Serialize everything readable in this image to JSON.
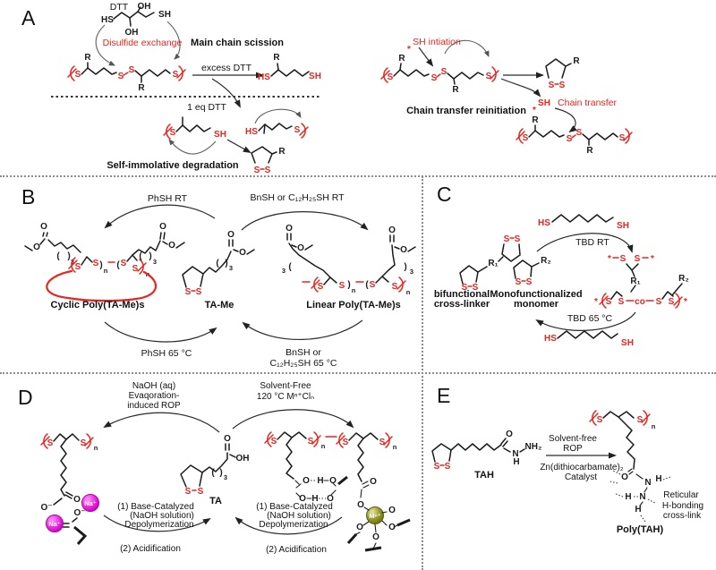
{
  "colors": {
    "structure_red": "#e8251f",
    "bond_black": "#1b1b1b",
    "arrow_gray": "#5f5f5f",
    "sodium_magenta": "#e316e3",
    "metal_olive": "#8a8a1e",
    "background": "#ffffff",
    "divider_gray": "#8c8c8c"
  },
  "atoms": {
    "S": "S",
    "R": "R",
    "R1": "R₁",
    "R2": "R₂",
    "O": "O",
    "O_minus": "O⁻",
    "OH": "OH",
    "HS": "HS",
    "SH": "SH",
    "N": "N",
    "H": "H",
    "NH2": "NH₂",
    "Na": "Na⁺",
    "M": "Mⁿ⁺",
    "n": "n",
    "three": "3",
    "co": "co",
    "star": "*",
    "lp": "(",
    "rp": ")"
  },
  "panels": {
    "A": {
      "label": "A",
      "dtt": "DTT",
      "disulfide_exchange": "Disulfide exchange",
      "main_chain_scission": "Main chain scission",
      "excess_dtt": "excess DTT",
      "one_eq_dtt": "1 eq DTT",
      "self_immolative": "Self-immolative degradation",
      "sh_initiation": "SH intiation",
      "chain_transfer_reinitiation": "Chain transfer reinitiation",
      "chain_transfer": "Chain transfer"
    },
    "B": {
      "label": "B",
      "phsh_rt": "PhSH RT",
      "phsh_65": "PhSH 65 °C",
      "bnsh_rt": "BnSH or C₁₂H₂₅SH RT",
      "bnsh_65_1": "BnSH or",
      "bnsh_65_2": "C₁₂H₂₅SH 65 °C",
      "cyclic": "Cyclic Poly(TA-Me)s",
      "ta_me": "TA-Me",
      "linear": "Linear Poly(TA-Me)s"
    },
    "C": {
      "label": "C",
      "tbd_rt": "TBD RT",
      "tbd_65": "TBD 65 °C",
      "bifunctional_1": "bifunctional",
      "bifunctional_2": "cross-linker",
      "mono_1": "Monofunctionalized",
      "mono_2": "monomer"
    },
    "D": {
      "label": "D",
      "naoh_1": "NaOH (aq)",
      "naoh_2": "Evaqoration-",
      "naoh_3": "induced ROP",
      "solventfree_1": "Solvent-Free",
      "solventfree_2": "120 °C Mⁿ⁺Clₙ",
      "ta": "TA",
      "depoly_1": "(1) Base-Catalyzed",
      "depoly_2": "(NaOH solution)",
      "depoly_3": "Depolymerization",
      "acid": "(2) Acidification"
    },
    "E": {
      "label": "E",
      "tah": "TAH",
      "solventfree_1": "Solvent-free",
      "solventfree_2": "ROP",
      "catalyst_1": "Zn(dithiocarbamate)₂",
      "catalyst_2": "Catalyst",
      "reticular_1": "Reticular",
      "reticular_2": "H-bonding",
      "reticular_3": "cross-link",
      "poly_tah": "Poly(TAH)"
    }
  }
}
